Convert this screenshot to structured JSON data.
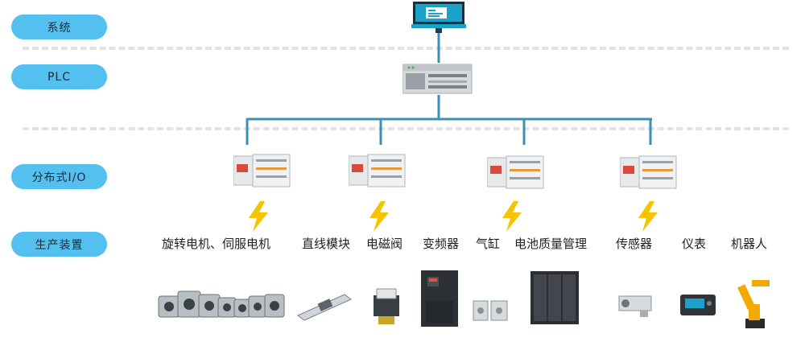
{
  "layers": {
    "system": "系统",
    "plc": "PLC",
    "distributed_io": "分布式I/O",
    "production": "生产装置"
  },
  "devices": [
    "旋转电机、伺服电机",
    "直线模块",
    "电磁阀",
    "变频器",
    "气缸",
    "电池质量管理",
    "传感器",
    "仪表",
    "机器人"
  ],
  "colors": {
    "pill": "#53c0f0",
    "bus_line": "#3a8fb8",
    "lightning": "#f5c400"
  }
}
